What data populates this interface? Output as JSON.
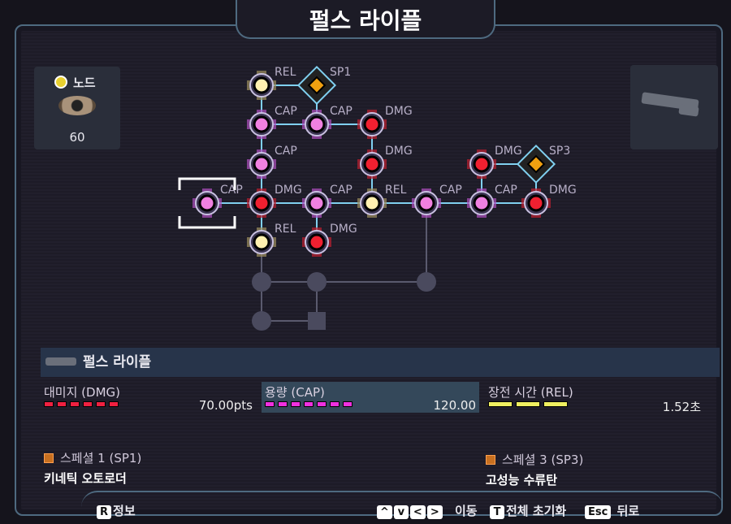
{
  "title": "펄스 라이플",
  "node_currency": {
    "label": "노드",
    "count": "60"
  },
  "tree": {
    "nodes": [
      {
        "type": "REL",
        "label": "REL"
      },
      {
        "type": "SP",
        "label": "SP1"
      },
      {
        "type": "CAP",
        "label": "CAP"
      },
      {
        "type": "CAP",
        "label": "CAP"
      },
      {
        "type": "DMG",
        "label": "DMG"
      },
      {
        "type": "CAP",
        "label": "CAP"
      },
      {
        "type": "DMG",
        "label": "DMG"
      },
      {
        "type": "DMG",
        "label": "DMG"
      },
      {
        "type": "SP",
        "label": "SP3"
      },
      {
        "type": "CAP",
        "label": "CAP",
        "selected": true
      },
      {
        "type": "DMG",
        "label": "DMG"
      },
      {
        "type": "CAP",
        "label": "CAP"
      },
      {
        "type": "REL",
        "label": "REL"
      },
      {
        "type": "CAP",
        "label": "CAP"
      },
      {
        "type": "CAP",
        "label": "CAP"
      },
      {
        "type": "DMG",
        "label": "DMG"
      },
      {
        "type": "REL",
        "label": "REL"
      },
      {
        "type": "DMG",
        "label": "DMG"
      },
      {
        "type": "LOCKED",
        "label": ""
      },
      {
        "type": "LOCKED",
        "label": ""
      },
      {
        "type": "LOCKED",
        "label": ""
      },
      {
        "type": "LOCKED",
        "label": ""
      },
      {
        "type": "LOCKED",
        "label": ""
      }
    ],
    "colors": {
      "CAP": "#f080e0",
      "DMG": "#f02030",
      "REL": "#fff0b0",
      "SP": "#f0a010",
      "LOCKED": "#4a4a5e",
      "link": "#80d0f0"
    }
  },
  "weapon_name": "펄스 라이플",
  "stats": [
    {
      "name": "대미지 (DMG)",
      "level": 6,
      "value": "70.00pts",
      "color": "#f02040"
    },
    {
      "name": "용량 (CAP)",
      "level": 7,
      "value": "120.00",
      "color": "#f030e0"
    },
    {
      "name": "장전 시간 (REL)",
      "level": 3,
      "value": "1.52초",
      "color": "#f0f060"
    }
  ],
  "specials": [
    {
      "slot": "스페셜 1 (SP1)",
      "name": "키네틱 오토로더"
    },
    {
      "slot": "스페셜 3 (SP3)",
      "name": "고성능 수류탄"
    }
  ],
  "footer": {
    "info_key": "R",
    "info": "정보",
    "move_keys": [
      "^",
      "v",
      "<",
      ">"
    ],
    "move": "이동",
    "reset_key": "T",
    "reset": "전체 초기화",
    "back_key": "Esc",
    "back": "뒤로"
  }
}
